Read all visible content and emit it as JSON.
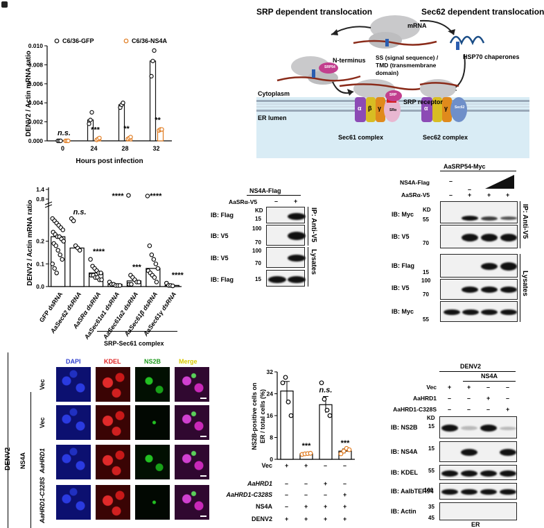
{
  "panel_a": {
    "legend": [
      "C6/36-GFP",
      "C6/36-NS4A"
    ],
    "ylabel": "DENV2 / Actin mRNA ratio",
    "xlabel": "Hours post infection",
    "yticks": [
      "0.000",
      "0.002",
      "0.004",
      "0.006",
      "0.008",
      "0.010"
    ],
    "xticks": [
      "0",
      "24",
      "28",
      "32"
    ],
    "sig": [
      "n.s.",
      "***",
      "**",
      "**"
    ]
  },
  "panel_b": {
    "title_left": "SRP dependent translocation",
    "title_right": "Sec62 dependent translocation",
    "mrna": "mRNA",
    "nterm": "N-terminus",
    "ss": "SS (signal sequence) /",
    "tmd1": "TMD (transmembrane",
    "tmd2": "domain)",
    "hsp": "HSP70 chaperones",
    "cytoplasm": "Cytoplasm",
    "er_lumen": "ER lumen",
    "srp_receptor": "SRP receptor",
    "sec61": "Sec61 complex",
    "sec62": "Sec62 complex",
    "srp54": "SRP54",
    "srp_small": "SRP",
    "sec62_small": "Sec62",
    "alpha": "α",
    "beta": "β",
    "gamma": "γ",
    "ab": "α",
    "sra": "SRα",
    "y_small": "γ"
  },
  "panel_c": {
    "ylabel": "DENV2 / Actin mRNA ratio",
    "yticks": [
      "0.0",
      "0.1",
      "0.2",
      "0.8",
      "1.4"
    ],
    "categories": [
      "GFP dsRNA",
      "AaSec62 dsRNA",
      "AaSRα dsRNA",
      "AaSec61α1 dsRNA",
      "AaSec61α2 dsRNA",
      "AaSec61β dsRNA",
      "AaSec61γ dsRNA"
    ],
    "sig": [
      "n.s.",
      "****",
      "****",
      "***",
      "****",
      "****"
    ],
    "group": "SRP-Sec61 complex"
  },
  "panel_d": {
    "header": "NS4A-Flag",
    "v5": "AaSRα-V5",
    "signs": [
      "–",
      "+"
    ],
    "rows": [
      "IB: Flag",
      "IB: V5",
      "IB: V5",
      "IB: Flag"
    ],
    "kd": "KD",
    "mw": [
      "15",
      "100",
      "70",
      "100",
      "70",
      "15"
    ],
    "side1": "IP: Anti-V5",
    "side2": "Lysates"
  },
  "panel_e": {
    "header": "AaSRP54-Myc",
    "ns4a": "NS4A-Flag",
    "v5": "AaSRα-V5",
    "signs_myc": [
      "–",
      "–"
    ],
    "signs_ns4a": [
      "–",
      "–"
    ],
    "signs_v5": [
      "–",
      "+",
      "+",
      "+"
    ],
    "rows": [
      "IB: Myc",
      "IB: V5",
      "IB: Flag",
      "IB: V5",
      "IB: Myc"
    ],
    "kd": "KD",
    "mw": [
      "55",
      "70",
      "15",
      "100",
      "70",
      "55"
    ],
    "side1": "IP: Anti-V5",
    "side2": "Lysates"
  },
  "panel_f": {
    "cols": [
      "DAPI",
      "KDEL",
      "NS2B",
      "Merge"
    ],
    "col_colors": [
      "#2f3fcf",
      "#e02020",
      "#1a9a1a",
      "#d8c800"
    ],
    "rows": [
      "Vec",
      "Vec",
      "AaHRD1",
      "AaHRD1-C328S"
    ],
    "ns4a": "NS4A",
    "denv2": "DENV2"
  },
  "panel_g": {
    "ylabel1": "NS2B-positive cells on",
    "ylabel2": "ER / total cells (%)",
    "yticks": [
      "0",
      "8",
      "16",
      "24",
      "32"
    ],
    "sig": [
      "***",
      "n.s.",
      "***"
    ],
    "row_labels": [
      "Vec",
      "AaHRD1",
      "AaHRD1-C328S",
      "NS4A",
      "DENV2"
    ],
    "signs": [
      [
        "+",
        "+",
        "–",
        "–"
      ],
      [
        "–",
        "–",
        "+",
        "–"
      ],
      [
        "–",
        "–",
        "–",
        "+"
      ],
      [
        "–",
        "+",
        "+",
        "+"
      ],
      [
        "+",
        "+",
        "+",
        "+"
      ]
    ]
  },
  "panel_h": {
    "denv2": "DENV2",
    "ns4a": "NS4A",
    "row_labels": [
      "Vec",
      "AaHRD1",
      "AaHRD1-C328S"
    ],
    "signs": [
      [
        "+",
        "+",
        "–",
        "–"
      ],
      [
        "–",
        "–",
        "+",
        "–"
      ],
      [
        "–",
        "–",
        "–",
        "+"
      ]
    ],
    "rows": [
      "IB: NS2B",
      "IB: NS4A",
      "IB: KDEL",
      "IB: AalbTER94",
      "IB: Actin"
    ],
    "kd": "KD",
    "mw": [
      "15",
      "15",
      "55",
      "100",
      "35",
      "45"
    ],
    "er": "ER"
  },
  "chart_data": [
    {
      "type": "bar",
      "panel": "A",
      "categories": [
        "0",
        "24",
        "28",
        "32"
      ],
      "series": [
        {
          "name": "C6/36-GFP",
          "values": [
            0.0,
            0.0022,
            0.0038,
            0.0084
          ],
          "points": [
            [
              0,
              0,
              0
            ],
            [
              0.0018,
              0.0022,
              0.003
            ],
            [
              0.0035,
              0.0038,
              0.004
            ],
            [
              0.0068,
              0.0084,
              0.0095
            ]
          ]
        },
        {
          "name": "C6/36-NS4A",
          "values": [
            0.0,
            0.0002,
            0.0003,
            0.0012
          ],
          "points": [
            [
              0,
              0,
              0
            ],
            [
              0.0001,
              0.0002,
              0.0003
            ],
            [
              0.0002,
              0.0003,
              0.0004
            ],
            [
              0.0011,
              0.0012,
              0.0012
            ]
          ]
        }
      ],
      "xlabel": "Hours post infection",
      "ylabel": "DENV2 / Actin mRNA ratio",
      "ylim": [
        0,
        0.01
      ]
    },
    {
      "type": "bar",
      "panel": "C",
      "categories": [
        "GFP dsRNA",
        "AaSec62 dsRNA",
        "AaSRα dsRNA",
        "AaSec61α1 dsRNA",
        "AaSec61α2 dsRNA",
        "AaSec61β dsRNA",
        "AaSec61γ dsRNA"
      ],
      "values": [
        0.22,
        0.17,
        0.06,
        0.01,
        0.025,
        0.08,
        0.005
      ],
      "points": [
        [
          0.3,
          0.29,
          0.28,
          0.27,
          0.26,
          0.25,
          0.24,
          0.23,
          0.22,
          0.22,
          0.21,
          0.2,
          0.19,
          0.18,
          0.16,
          0.14,
          0.12,
          0.1,
          0.08,
          0.06
        ],
        [
          0.3,
          0.29,
          0.18,
          0.17,
          0.16
        ],
        [
          0.12,
          0.09,
          0.08,
          0.07,
          0.06,
          0.06,
          0.05,
          0.05,
          0.04,
          0.04,
          0.03,
          0.03
        ],
        [
          0.02,
          0.01,
          0.01,
          0.005,
          0.005,
          0.005
        ],
        [
          0.32,
          0.05,
          0.04,
          0.03,
          0.02,
          0.02,
          0.01,
          0.01
        ],
        [
          0.35,
          0.18,
          0.14,
          0.12,
          0.1,
          0.08,
          0.07,
          0.06,
          0.05,
          0.04,
          0.02
        ],
        [
          0.015,
          0.005,
          0.005,
          0.003
        ]
      ],
      "ylabel": "DENV2 / Actin mRNA ratio"
    },
    {
      "type": "bar",
      "panel": "G",
      "categories": [
        "1",
        "2",
        "3",
        "4"
      ],
      "values": [
        25,
        2,
        20,
        3
      ],
      "errors": [
        3.5,
        0.2,
        3,
        0.8
      ],
      "points": [
        [
          28,
          30,
          21,
          16
        ],
        [
          1.8,
          2,
          2.1,
          2.2
        ],
        [
          28,
          22,
          18,
          16
        ],
        [
          2,
          3,
          4,
          3.5
        ]
      ],
      "ylabel": "NS2B-positive cells on ER / total cells (%)",
      "ylim": [
        0,
        32
      ]
    }
  ]
}
